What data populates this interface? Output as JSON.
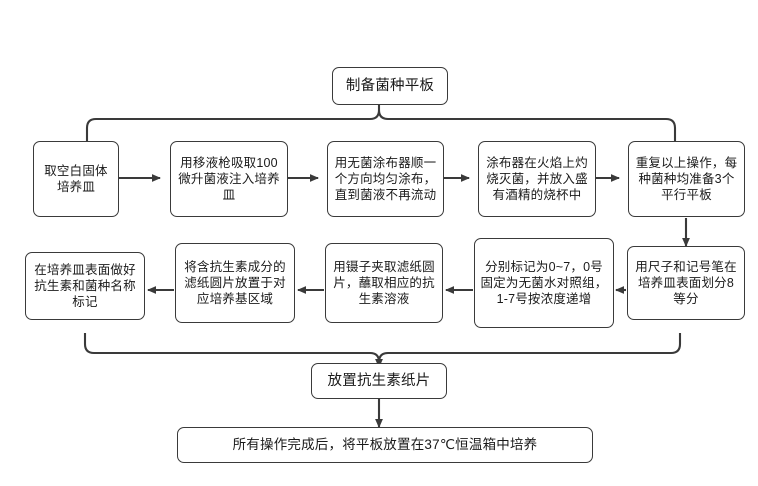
{
  "diagram": {
    "title_node": {
      "label": "制备菌种平板"
    },
    "row1": {
      "heading": "制备菌种平板",
      "steps": [
        {
          "id": "s1",
          "label": "取空白固体培养皿"
        },
        {
          "id": "s2",
          "label": "用移液枪吸取100微升菌液注入培养皿"
        },
        {
          "id": "s3",
          "label": "用无菌涂布器顺一个方向均匀涂布，直到菌液不再流动"
        },
        {
          "id": "s4",
          "label": "涂布器在火焰上灼烧灭菌，并放入盛有酒精的烧杯中"
        },
        {
          "id": "s5",
          "label": "重复以上操作，每种菌种均准备3个平行平板"
        }
      ]
    },
    "row2": {
      "heading": "放置抗生素纸片",
      "steps": [
        {
          "id": "s6",
          "label": "用尺子和记号笔在培养皿表面划分8等分"
        },
        {
          "id": "s7",
          "label": "分别标记为0~7，0号固定为无菌水对照组，1-7号按浓度递增"
        },
        {
          "id": "s8",
          "label": "用镊子夹取滤纸圆片，蘸取相应的抗生素溶液"
        },
        {
          "id": "s9",
          "label": "将含抗生素成分的滤纸圆片放置于对应培养基区域"
        },
        {
          "id": "s10",
          "label": "在培养皿表面做好抗生素和菌种名称标记"
        }
      ]
    },
    "stage2_node": {
      "label": "放置抗生素纸片"
    },
    "final_node": {
      "label": "所有操作完成后，将平板放置在37℃恒温箱中培养"
    },
    "colors": {
      "stroke": "#3a3a3a",
      "text": "#1a1a1a",
      "background": "#ffffff"
    }
  }
}
